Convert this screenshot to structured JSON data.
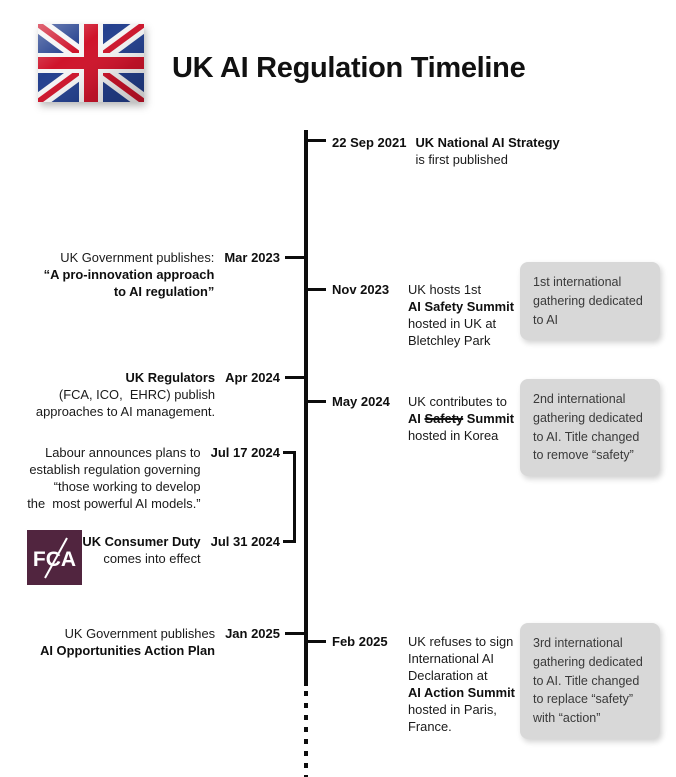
{
  "header": {
    "title": "UK AI Regulation Timeline",
    "flag": "uk-flag"
  },
  "events": [
    {
      "date": "22 Sep 2021",
      "side": "right",
      "lines": [
        {
          "text": "UK National AI Strategy",
          "bold": true
        },
        {
          "text": "is first published",
          "bold": false
        }
      ]
    },
    {
      "date": "Mar 2023",
      "side": "left",
      "lines": [
        {
          "text": "UK Government publishes:",
          "bold": false
        },
        {
          "text": "“A pro-innovation approach",
          "bold": true
        },
        {
          "text": "to AI regulation”",
          "bold": true
        }
      ]
    },
    {
      "date": "Nov 2023",
      "side": "right",
      "lines": [
        {
          "text": "UK hosts 1st",
          "bold": false
        },
        {
          "text": "AI Safety Summit",
          "bold": true
        },
        {
          "text": "hosted in UK at",
          "bold": false
        },
        {
          "text": "Bletchley Park",
          "bold": false
        }
      ]
    },
    {
      "date": "Apr 2024",
      "side": "left",
      "lines": [
        {
          "text": "UK Regulators",
          "bold": true
        },
        {
          "text": "(FCA, ICO,  EHRC) publish",
          "bold": false
        },
        {
          "text": "approaches to AI management.",
          "bold": false
        }
      ]
    },
    {
      "date": "May 2024",
      "side": "right",
      "lines": [
        {
          "text": "UK contributes to",
          "bold": false
        },
        {
          "prefix": "AI ",
          "strike": "Safety",
          "suffix": " Summit",
          "bold": true
        },
        {
          "text": "hosted in Korea",
          "bold": false
        }
      ]
    },
    {
      "date": "Jul 17 2024",
      "side": "left",
      "lines": [
        {
          "text": "Labour announces plans to",
          "bold": false
        },
        {
          "text": "establish regulation governing",
          "bold": false
        },
        {
          "text": "“those working to develop",
          "bold": false
        },
        {
          "text": "the  most powerful AI models.”",
          "bold": false
        }
      ]
    },
    {
      "date": "Jul 31 2024",
      "side": "left",
      "lines": [
        {
          "text": "UK Consumer Duty",
          "bold": true
        },
        {
          "text": "comes into effect",
          "bold": false
        }
      ]
    },
    {
      "date": "Jan 2025",
      "side": "left",
      "lines": [
        {
          "text": "UK Government publishes",
          "bold": false
        },
        {
          "text": "AI Opportunities Action Plan",
          "bold": true
        }
      ]
    },
    {
      "date": "Feb 2025",
      "side": "right",
      "lines": [
        {
          "text": "UK refuses to sign",
          "bold": false
        },
        {
          "text": "International AI",
          "bold": false
        },
        {
          "text": "Declaration at",
          "bold": false
        },
        {
          "text": "AI Action Summit",
          "bold": true
        },
        {
          "text": "hosted in Paris,",
          "bold": false
        },
        {
          "text": "France.",
          "bold": false
        }
      ]
    }
  ],
  "callouts": [
    {
      "text": "1st international gathering dedicated to AI"
    },
    {
      "text": "2nd international gathering dedicated to AI. Title changed to remove “safety”"
    },
    {
      "text": "3rd international gathering dedicated to AI. Title changed to replace “safety” with “action”"
    }
  ],
  "fca": {
    "label": "FCA"
  },
  "colors": {
    "line_black": "#0d0d0d",
    "callout_bg": "#d8d8d8",
    "callout_text": "#3a3a3a",
    "fca_purple": "#51253F",
    "flag_blue": "#24408E",
    "flag_red": "#CF142B"
  }
}
